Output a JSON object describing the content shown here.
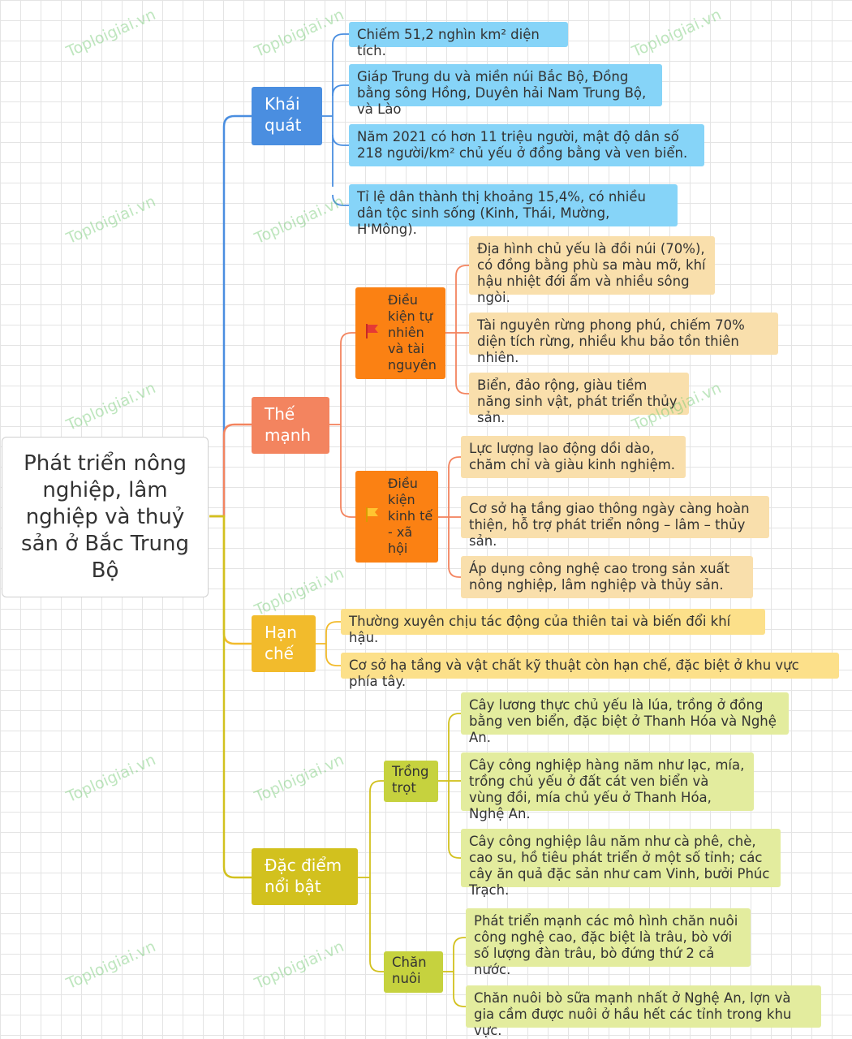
{
  "central": "Phát triển nông nghiệp, lâm nghiệp và thuỷ sản ở Bắc Trung Bộ",
  "watermark": "Toploigiai.vn",
  "colors": {
    "blue": "#4a8ee0",
    "salmon": "#f3845f",
    "orange": "#fb8113",
    "gold": "#f2bb2c",
    "olive": "#d2c11e",
    "green": "#c6d23e"
  },
  "branches": {
    "khai_quat": {
      "label": "Khái quát",
      "items": [
        "Chiếm 51,2 nghìn km² diện tích.",
        "Giáp Trung du và miền núi Bắc Bộ, Đồng bằng sông Hồng, Duyên hải Nam Trung Bộ, và Lào",
        "Năm 2021 có hơn 11 triệu người, mật độ dân số 218 người/km² chủ yếu ở đồng bằng và ven biển.",
        "Tỉ lệ dân thành thị khoảng 15,4%, có nhiều dân tộc sinh sống (Kinh, Thái, Mường, H'Mông)."
      ]
    },
    "the_manh": {
      "label": "Thế mạnh",
      "tu_nhien": {
        "label": "Điều kiện tự nhiên và tài nguyên",
        "items": [
          "Địa hình chủ yếu là đồi núi (70%), có đồng bằng phù sa màu mỡ, khí hậu nhiệt đới ẩm và nhiều sông ngòi.",
          "Tài nguyên rừng phong phú, chiếm 70% diện tích rừng, nhiều khu bảo tồn thiên nhiên.",
          "Biển, đảo rộng, giàu tiềm năng sinh vật, phát triển thủy sản."
        ]
      },
      "kinh_te": {
        "label": "Điều kiện kinh tế - xã hội",
        "items": [
          "Lực lượng lao động dồi dào, chăm chỉ và giàu kinh nghiệm.",
          "Cơ sở hạ tầng giao thông ngày càng hoàn thiện, hỗ trợ phát triển nông – lâm – thủy sản.",
          "Áp dụng công nghệ cao trong sản xuất nông nghiệp, lâm nghiệp và thủy sản."
        ]
      }
    },
    "han_che": {
      "label": "Hạn chế",
      "items": [
        "Thường xuyên chịu tác động của thiên tai và biến đổi khí hậu.",
        "Cơ sở hạ tầng và vật chất kỹ thuật còn hạn chế, đặc biệt ở khu vực phía tây."
      ]
    },
    "dac_diem": {
      "label": "Đặc điểm nổi bật",
      "trong_trot": {
        "label": "Trồng trọt",
        "items": [
          "Cây lương thực chủ yếu là lúa, trồng ở đồng bằng ven biển, đặc biệt ở Thanh Hóa và Nghệ An.",
          "Cây công nghiệp hàng năm như lạc, mía, trồng chủ yếu ở đất cát ven biển và vùng đồi, mía chủ yếu ở Thanh Hóa, Nghệ An.",
          "Cây công nghiệp lâu năm như cà phê, chè, cao su, hồ tiêu phát triển ở một số tỉnh; các cây ăn quả đặc sản như cam Vinh, bưởi Phúc Trạch."
        ]
      },
      "chan_nuoi": {
        "label": "Chăn nuôi",
        "items": [
          "Phát triển mạnh các mô hình chăn nuôi công nghệ cao, đặc biệt là trâu, bò với số lượng đàn trâu, bò đứng thứ 2 cả nước.",
          "Chăn nuôi bò sữa mạnh nhất ở Nghệ An, lợn và gia cầm được nuôi ở hầu hết các tỉnh trong khu vực."
        ]
      }
    }
  }
}
